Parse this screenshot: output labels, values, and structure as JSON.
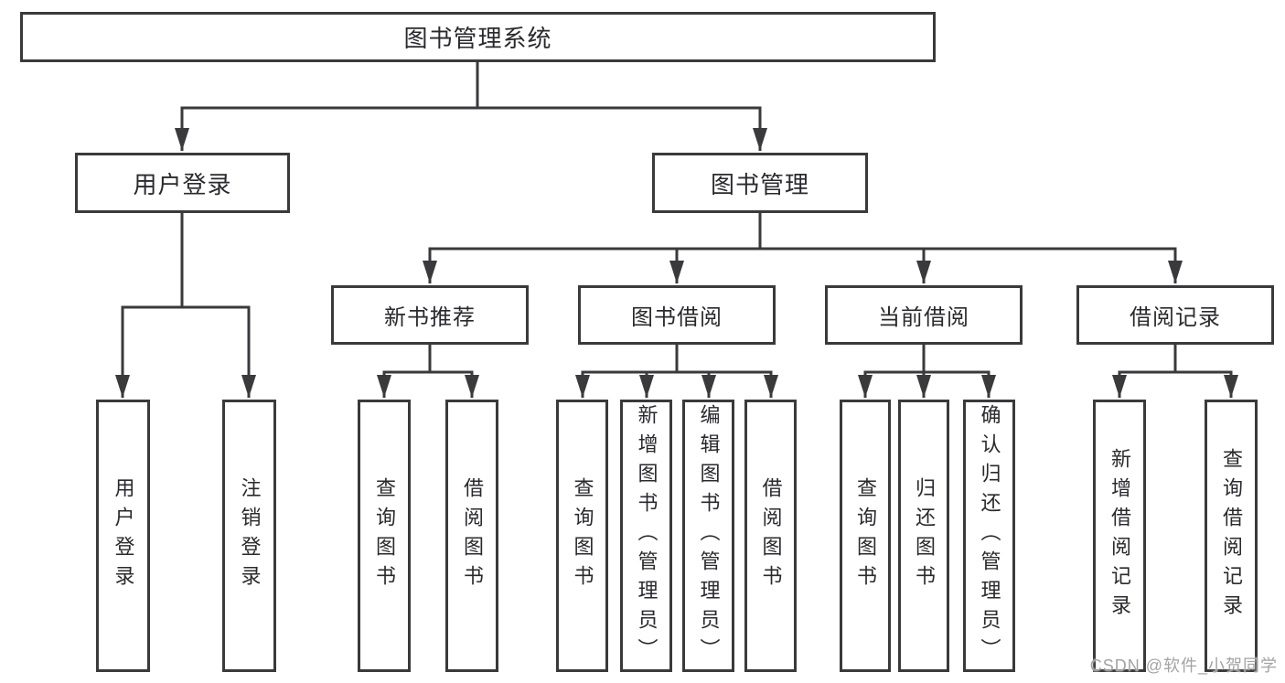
{
  "diagram": {
    "root": "图书管理系统",
    "level2": [
      "用户登录",
      "图书管理"
    ],
    "level3": [
      "新书推荐",
      "图书借阅",
      "当前借阅",
      "借阅记录"
    ],
    "leaves": {
      "user_login": [
        "用户登录",
        "注销登录"
      ],
      "new_book_recommend": [
        "查询图书",
        "借阅图书"
      ],
      "book_borrow": [
        "查询图书",
        "新增图书（管理员）",
        "编辑图书（管理员）",
        "借阅图书"
      ],
      "current_borrow": [
        "查询图书",
        "归还图书",
        "确认归还（管理员）"
      ],
      "borrow_records": [
        "新增借阅记录",
        "查询借阅记录"
      ]
    }
  },
  "watermark": "CSDN @软件_小贺同学",
  "colors": {
    "line": "#3a3a3c",
    "text": "#2a2a2e",
    "watermark": "#a3a3a3",
    "background": "#ffffff"
  }
}
